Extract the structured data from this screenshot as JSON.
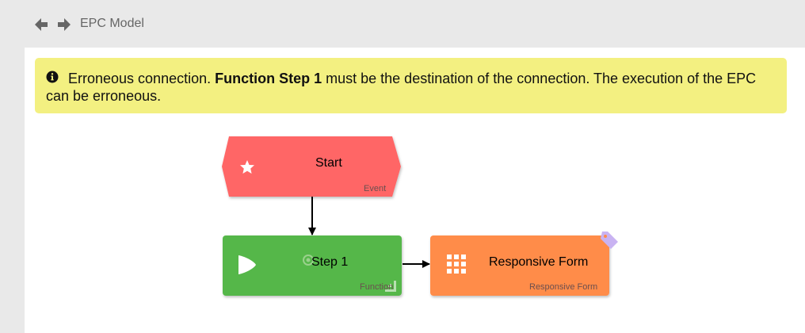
{
  "header": {
    "title": "EPC Model",
    "back_icon": "arrow-left-icon",
    "forward_icon": "arrow-right-icon"
  },
  "alert": {
    "icon": "info-circle-icon",
    "text_before": "Erroneous connection. ",
    "text_bold": "Function Step 1",
    "text_after": " must be the destination of the connection. The execution of the EPC can be erroneous.",
    "background": "#f3f081"
  },
  "diagram": {
    "nodes": {
      "start": {
        "label": "Start",
        "type": "Event",
        "icon": "star-icon",
        "color": "#ff6666"
      },
      "step1": {
        "label": "Step 1",
        "type": "Function",
        "icon": "play-icon",
        "color": "#55b748"
      },
      "responsive_form": {
        "label": "Responsive Form",
        "type": "Responsive Form",
        "icon": "grid-icon",
        "color": "#ff8c4a"
      }
    }
  }
}
